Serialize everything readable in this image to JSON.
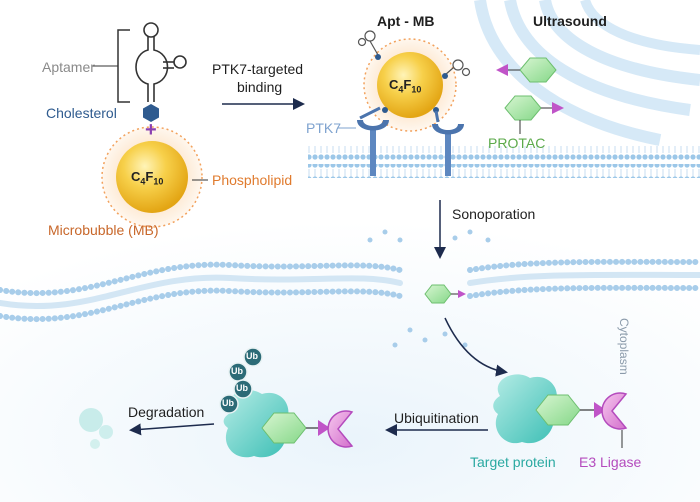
{
  "labels": {
    "aptamer": "Aptamer",
    "cholesterol": "Cholesterol",
    "phospholipid": "Phospholipid",
    "microbubble": "Microbubble (MB)",
    "ptk7_binding_line1": "PTK7-targeted",
    "ptk7_binding_line2": "binding",
    "apt_mb": "Apt - MB",
    "ultrasound": "Ultrasound",
    "ptk7": "PTK7",
    "protac": "PROTAC",
    "sonoporation": "Sonoporation",
    "cytoplasm": "Cytoplasm",
    "degradation": "Degradation",
    "ubiquitination": "Ubiquitination",
    "target_protein": "Target protein",
    "e3_ligase": "E3 Ligase",
    "ub": "Ub",
    "plus": "+"
  },
  "formula": {
    "main": "C",
    "sub1": "4",
    "mid": "F",
    "sub2": "10"
  },
  "colors": {
    "aptamer": "#8a8a8a",
    "cholesterol": "#2f5b8f",
    "phospholipid": "#e07b2e",
    "ptk7": "#7fa3cf",
    "protac": "#5caa4b",
    "target_protein": "#2aa9a1",
    "e3_ligase": "#b44bbd",
    "plus": "#8b3fb0",
    "membrane": "#a8cdea",
    "bubble": "#f4c431",
    "linker": "#c054c8",
    "ub": "#2c6b77"
  }
}
